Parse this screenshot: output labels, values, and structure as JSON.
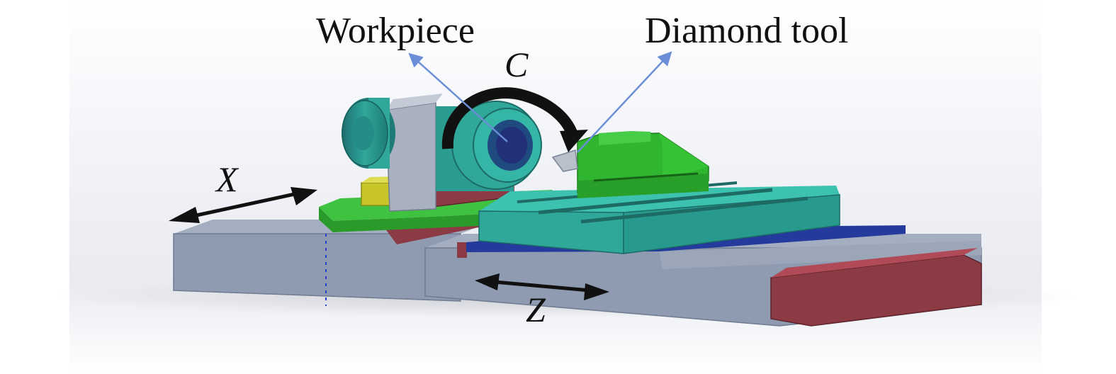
{
  "labels": {
    "workpiece": "Workpiece",
    "diamond_tool": "Diamond tool",
    "axis_c": "C",
    "axis_x": "X",
    "axis_z": "Z"
  },
  "colors": {
    "base_gray": "#8e9bb0",
    "cyan_parts": "#2fa89a",
    "green_parts": "#2fb52f",
    "red_parts": "#8c3a44",
    "blue_rail": "#243a9c",
    "yellow_block": "#c7c52a",
    "pointer_line": "#6b8fd6"
  }
}
